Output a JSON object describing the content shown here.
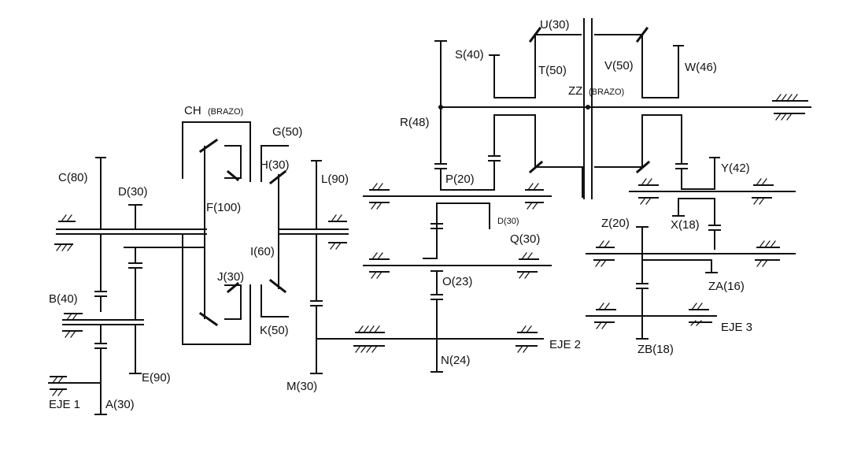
{
  "labels": {
    "ch": "CH",
    "ch_brazo": "(BRAZO)",
    "g": "G(50)",
    "h": "H(30)",
    "c": "C(80)",
    "d": "D(30)",
    "f": "F(100)",
    "l": "L(90)",
    "i": "I(60)",
    "j": "J(30)",
    "b": "B(40)",
    "k": "K(50)",
    "e": "E(90)",
    "m": "M(30)",
    "a": "A(30)",
    "eje1": "EJE 1",
    "s": "S(40)",
    "u": "U(30)",
    "t": "T(50)",
    "v": "V(50)",
    "w": "W(46)",
    "zz": "ZZ",
    "zz_brazo": "(BRAZO)",
    "r": "R(48)",
    "p": "P(20)",
    "d2": "D(30)",
    "q": "Q(30)",
    "o": "O(23)",
    "n": "N(24)",
    "eje2": "EJE 2",
    "y": "Y(42)",
    "z": "Z(20)",
    "x": "X(18)",
    "za": "ZA(16)",
    "zb": "ZB(18)",
    "eje3": "EJE 3"
  }
}
